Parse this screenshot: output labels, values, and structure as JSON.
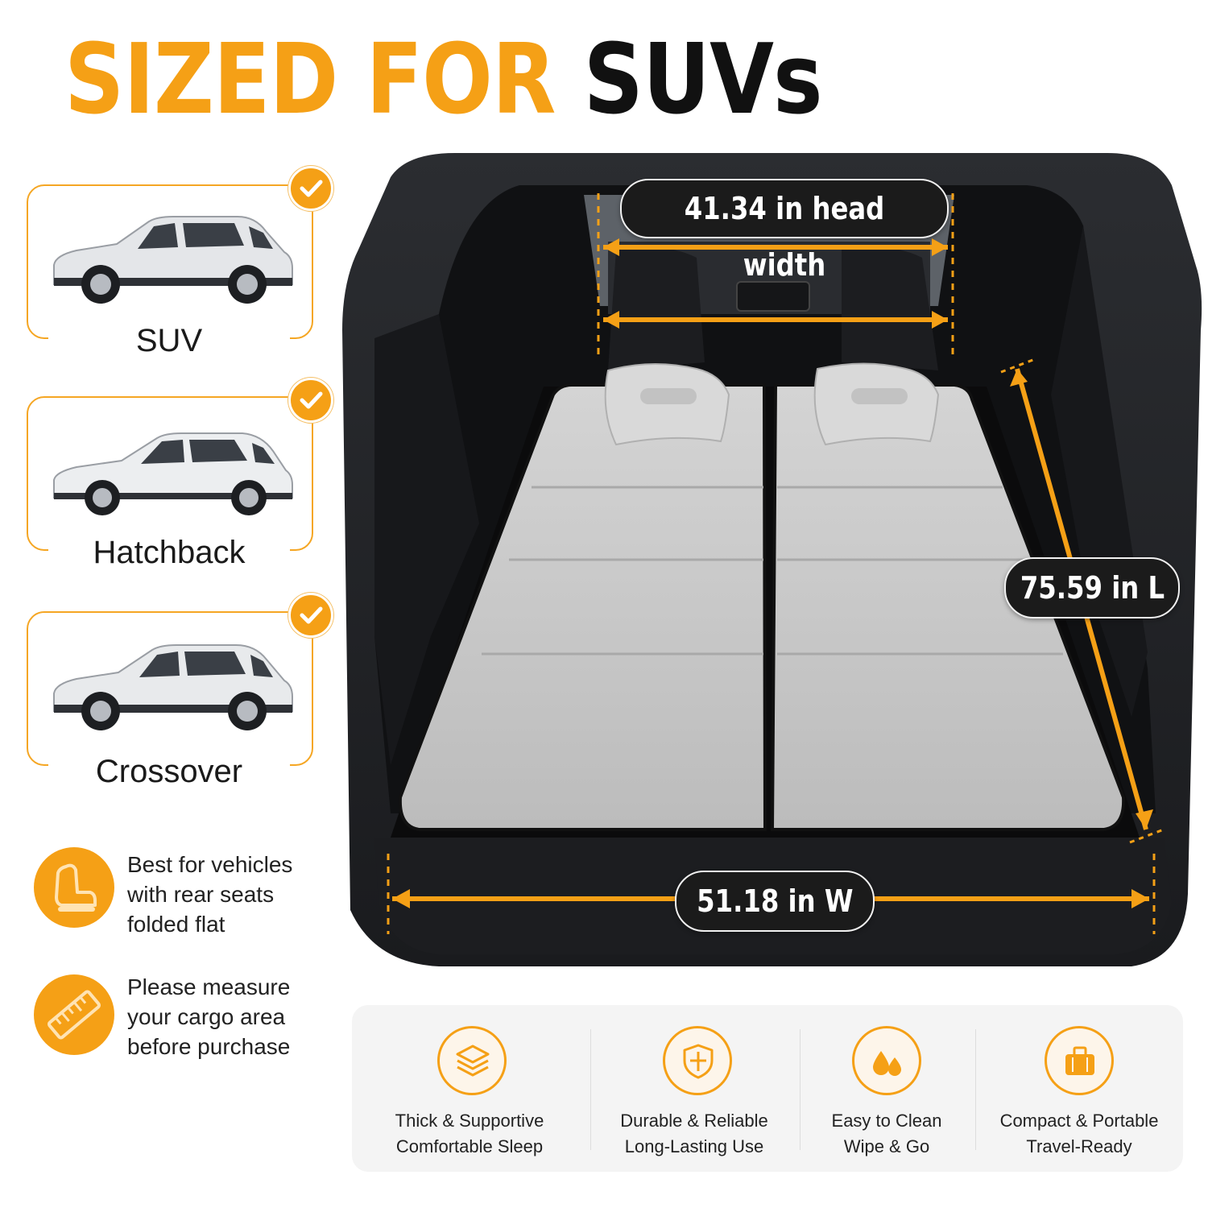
{
  "headline": {
    "part1": "SIZED FOR",
    "part2": "SUVs"
  },
  "vehicles": [
    {
      "label": "SUV",
      "icon": "check-icon"
    },
    {
      "label": "Hatchback",
      "icon": "check-icon"
    },
    {
      "label": "Crossover",
      "icon": "check-icon"
    }
  ],
  "tips": [
    {
      "icon": "car-seat-icon",
      "lines": [
        "Best for vehicles",
        "with rear seats",
        "folded flat"
      ]
    },
    {
      "icon": "ruler-icon",
      "lines": [
        "Please measure",
        "your cargo area",
        "before purchase"
      ]
    }
  ],
  "dimensions": {
    "head_width": "41.34 in head width",
    "length": "75.59 in L",
    "width": "51.18 in W"
  },
  "features": [
    {
      "icon": "layers-icon",
      "line1": "Thick & Supportive",
      "line2": "Comfortable Sleep"
    },
    {
      "icon": "shield-icon",
      "line1": "Durable & Reliable",
      "line2": "Long-Lasting Use"
    },
    {
      "icon": "droplets-icon",
      "line1": "Easy to Clean",
      "line2": "Wipe & Go"
    },
    {
      "icon": "suitcase-icon",
      "line1": "Compact & Portable",
      "line2": "Travel-Ready"
    }
  ],
  "colors": {
    "accent": "#f5a016",
    "dark": "#1b1b1b",
    "mattress": "#c9c9c9",
    "background": "#ffffff"
  }
}
